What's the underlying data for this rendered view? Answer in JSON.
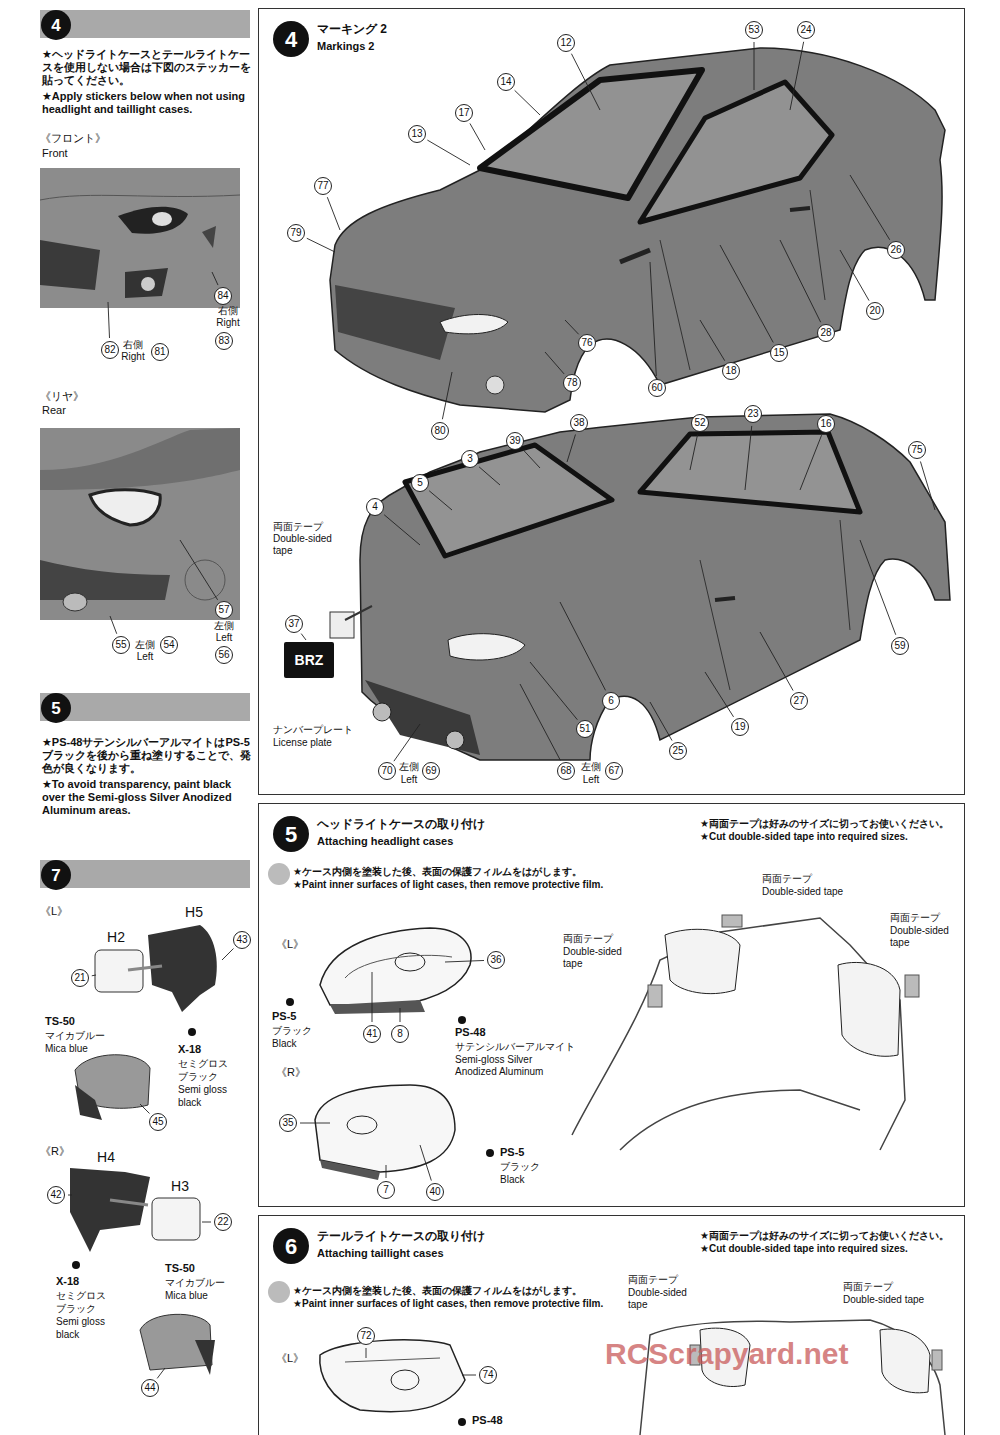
{
  "diagram": {
    "nodes": [
      {
        "text": [
          "4"
        ]
      },
      {
        "text": [
          "5"
        ]
      },
      {
        "text": [
          "7"
        ]
      },
      {
        "text": [
          "マーキング 2",
          "Markings 2"
        ]
      },
      {
        "text": [
          "4"
        ],
        "in": 3
      },
      {
        "text": [
          "ヘッドライトケースの取り付け",
          "Attaching headlight cases"
        ]
      },
      {
        "text": [
          "5"
        ],
        "in": 5
      },
      {
        "text": [
          "テールライトケースの取り付け",
          "Attaching taillight cases"
        ]
      },
      {
        "text": [
          "6"
        ],
        "in": 7
      }
    ],
    "labels": [
      "★ヘッドライトケースとテールライトケースを使用しない場合は下図のステッカーを貼ってください。",
      "★Apply stickers below when not using headlight and taillight cases.",
      "《フロント》",
      "Front",
      "84",
      "右側",
      "Right",
      "83",
      "82",
      "右側",
      "Right",
      "81",
      "《リヤ》",
      "Rear",
      "57",
      "左側",
      "Left",
      "56",
      "55",
      "左側",
      "Left",
      "54",
      "★PS-48サテンシルバーアルマイトはPS-5ブラックを後から重ね塗りすることで、発色が良くなります。",
      "★To avoid transparency, paint black over the Semi-gloss Silver Anodized Aluminum areas.",
      "《L》",
      "H5",
      "H2",
      "43",
      "21",
      "TS-50",
      "マイカブルー",
      "Mica blue",
      "X-18",
      "セミグロス",
      "ブラック",
      "Semi gloss",
      "black",
      "45",
      "《R》",
      "H4",
      "H3",
      "42",
      "22",
      "X-18",
      "セミグロス",
      "ブラック",
      "Semi gloss",
      "black",
      "TS-50",
      "マイカブルー",
      "Mica blue",
      "44",
      "12",
      "53",
      "24",
      "14",
      "17",
      "13",
      "77",
      "79",
      "26",
      "20",
      "28",
      "15",
      "18",
      "60",
      "76",
      "78",
      "80",
      "38",
      "39",
      "52",
      "23",
      "16",
      "75",
      "3",
      "5",
      "4",
      "59",
      "両面テープ",
      "Double-sided tape",
      "37",
      "BRZ",
      "ナンバープレート",
      "License plate",
      "6",
      "27",
      "19",
      "51",
      "25",
      "70",
      "左側",
      "Left",
      "69",
      "68",
      "左側",
      "Left",
      "67",
      "★両面テープは好みのサイズに切ってお使いください。",
      "★Cut double-sided tape into required sizes.",
      "★ケース内側を塗装した後、表面の保護フィルムをはがします。",
      "★Paint inner surfaces of light cases, then remove protective film.",
      "《L》",
      "36",
      "PS-5",
      "ブラック",
      "Black",
      "41",
      "8",
      "PS-48",
      "サテンシルバーアルマイト",
      "Semi-gloss Silver Anodized Aluminum",
      "《R》",
      "35",
      "7",
      "40",
      "PS-5",
      "ブラック",
      "Black",
      "両面テープ",
      "Double-sided tape",
      "両面テープ",
      "Double-sided tape",
      "両面テープ",
      "Double-sided tape",
      "★両面テープは好みのサイズに切ってお使いください。",
      "★Cut double-sided tape into required sizes.",
      "★ケース内側を塗装した後、表面の保護フィルムをはがします。",
      "★Paint inner surfaces of light cases, then remove protective film.",
      "両面テープ",
      "Double-sided tape",
      "両面テープ",
      "Double-sided tape",
      "《L》",
      "72",
      "74",
      "PS-48",
      "RCScrapyard.net"
    ]
  }
}
